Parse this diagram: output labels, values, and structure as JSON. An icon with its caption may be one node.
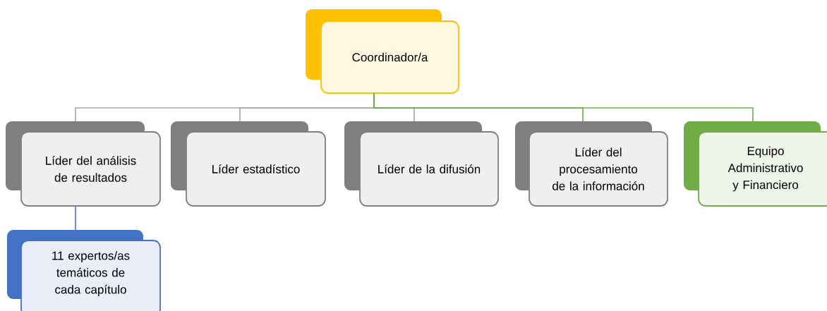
{
  "diagram": {
    "nodes": [
      {
        "text": [
          "Coordinador/a"
        ]
      },
      {
        "text": [
          "Líder del análisis de resultados"
        ]
      },
      {
        "text": [
          "Líder estadístico"
        ]
      },
      {
        "text": [
          "Líder de la difusión"
        ]
      },
      {
        "text": [
          "Líder del procesamiento de la información"
        ]
      },
      {
        "text": [
          "Equipo Administrativo y Financiero"
        ]
      },
      {
        "text": [
          "11 expertos/as temáticos de cada capítulo"
        ]
      }
    ],
    "edges": [
      {
        "from": 0,
        "to": 1,
        "arrow": "none"
      },
      {
        "from": 0,
        "to": 2,
        "arrow": "none"
      },
      {
        "from": 0,
        "to": 3,
        "arrow": "none"
      },
      {
        "from": 0,
        "to": 4,
        "arrow": "none",
        "color": "#70ad47"
      },
      {
        "from": 0,
        "to": 5,
        "arrow": "none",
        "color": "#70ad47"
      },
      {
        "from": 1,
        "to": 6,
        "arrow": "none",
        "color": "#4472c4"
      }
    ]
  }
}
